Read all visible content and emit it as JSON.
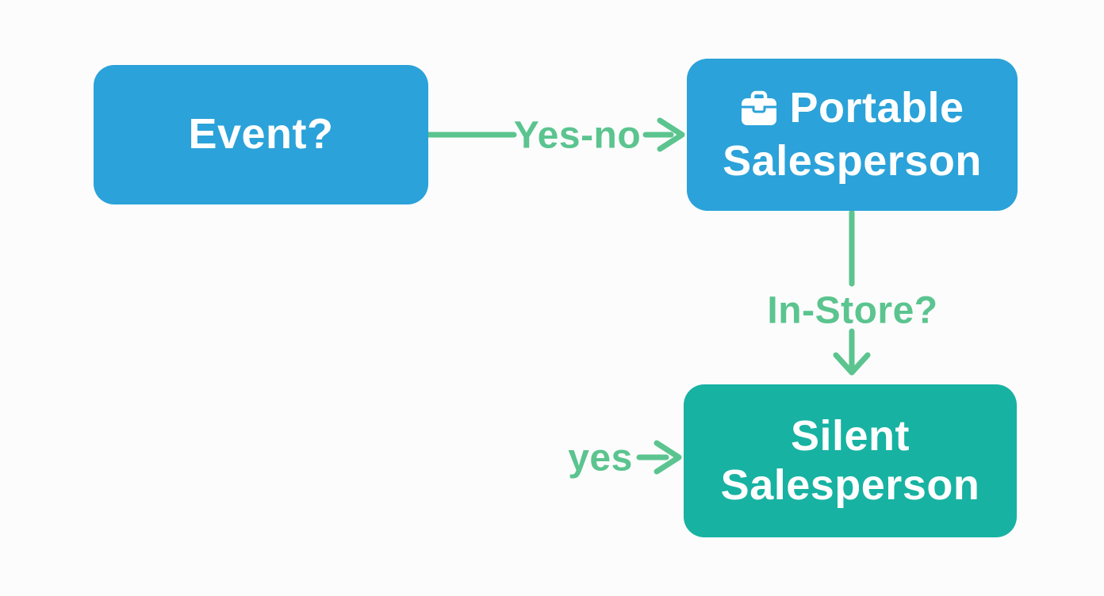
{
  "colors": {
    "node_blue": "#2BA2D9",
    "node_teal": "#17B2A2",
    "connector_green": "#5BC48F",
    "node_text": "#FFFFFF",
    "background": "#FCFCFC"
  },
  "nodes": {
    "event": {
      "label": "Event?",
      "color": "#2BA2D9"
    },
    "portable": {
      "label": "Portable Salesperson",
      "icon": "briefcase-icon",
      "color": "#2BA2D9"
    },
    "silent": {
      "label": "Silent Salesperson",
      "color": "#17B2A2"
    }
  },
  "edges": {
    "event_to_portable": {
      "from": "event",
      "to": "portable",
      "label": "Yes-no",
      "direction": "right"
    },
    "portable_to_silent": {
      "from": "portable",
      "to": "silent",
      "label": "In-Store?",
      "direction": "down"
    },
    "yes_into_silent": {
      "to": "silent",
      "label": "yes",
      "direction": "right"
    }
  }
}
